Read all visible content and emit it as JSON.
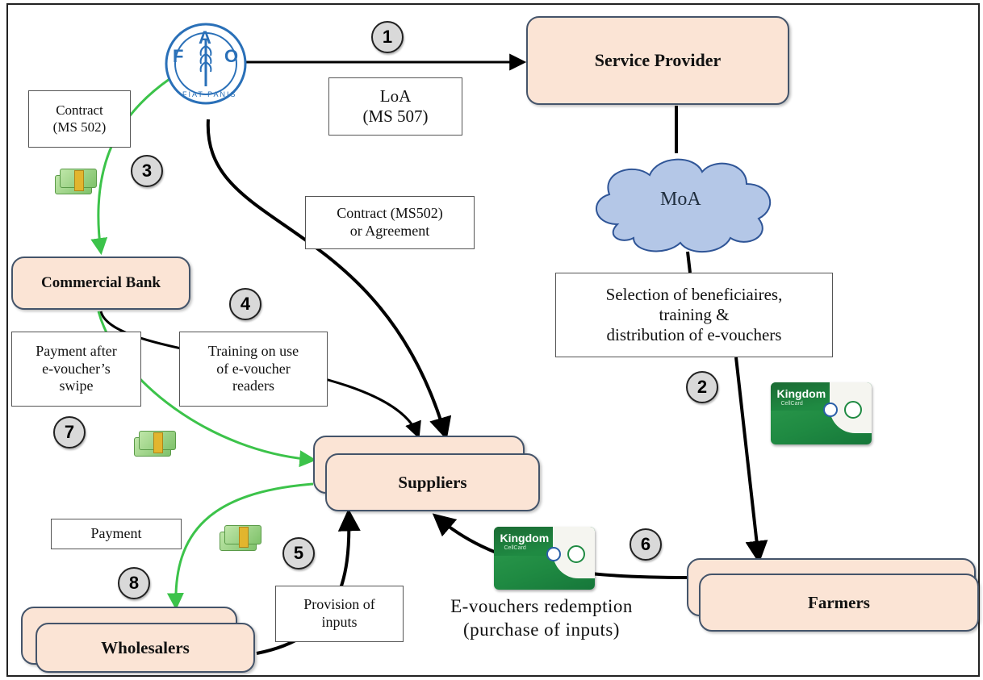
{
  "logo": {
    "letters": [
      "F",
      "A",
      "O"
    ],
    "motto": "FIAT PANIS",
    "name": "FAO logo"
  },
  "nodes": {
    "service_provider": "Service Provider",
    "commercial_bank": "Commercial Bank",
    "suppliers": "Suppliers",
    "farmers": "Farmers",
    "wholesalers": "Wholesalers"
  },
  "cloud": {
    "label": "MoA"
  },
  "labels": {
    "contract_ms502_line1": "Contract",
    "contract_ms502_line2": "(MS 502)",
    "loa_line1": "LoA",
    "loa_line2": "(MS 507)",
    "contract_agreement_line1": "Contract (MS502)",
    "contract_agreement_line2": "or Agreement",
    "selection_line1": "Selection of beneficiaires,",
    "selection_line2": "training  &",
    "selection_line3": "distribution of e-vouchers",
    "training_line1": "Training on use",
    "training_line2": "of e-voucher",
    "training_line3": "readers",
    "payment_after_line1": "Payment after",
    "payment_after_line2": "e-voucher’s",
    "payment_after_line3": "swipe",
    "payment": "Payment",
    "provision_line1": "Provision of",
    "provision_line2": "inputs",
    "redemption_line1": "E-vouchers redemption",
    "redemption_line2": "(purchase of inputs)"
  },
  "steps": [
    "1",
    "2",
    "3",
    "4",
    "5",
    "6",
    "7",
    "8"
  ],
  "card": {
    "brand": "Kingdom",
    "sub": "CellCard"
  },
  "colors": {
    "node_fill": "#fbe4d5",
    "node_border": "#44546a",
    "cloud_fill": "#b4c7e7",
    "cloud_border": "#2f5597",
    "fao_blue": "#2a70b8",
    "money_flow_green": "#3cc34a",
    "flow_black": "#000000"
  }
}
